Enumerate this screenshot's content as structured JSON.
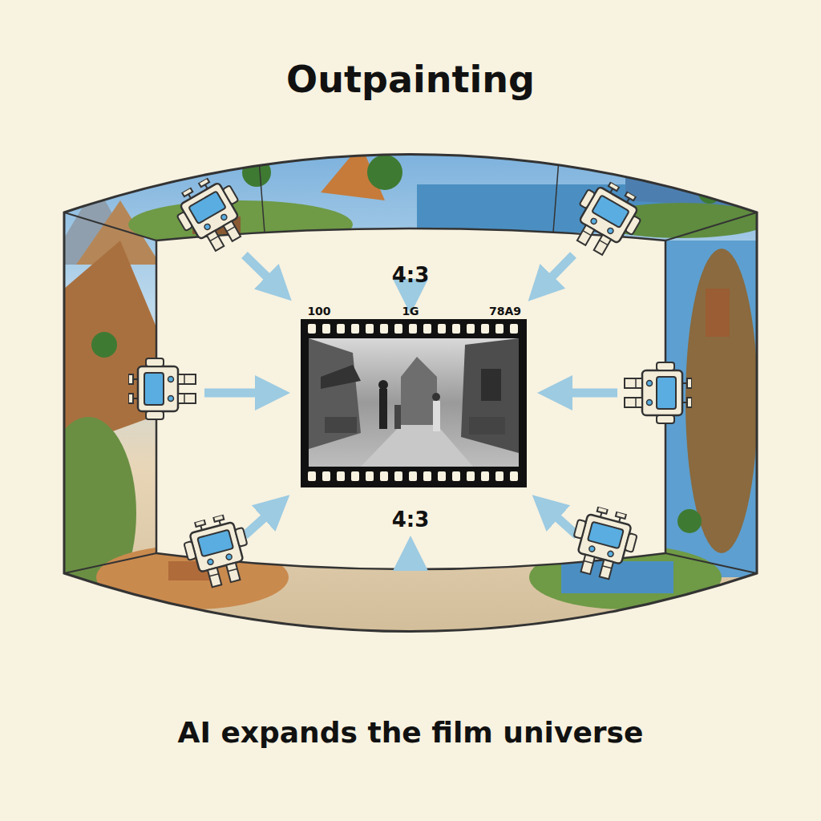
{
  "diagram": {
    "title": "Outpainting",
    "caption": "AI expands the film universe",
    "labels": [
      "4:3",
      "100",
      "1G",
      "78A9",
      "4:3"
    ]
  }
}
